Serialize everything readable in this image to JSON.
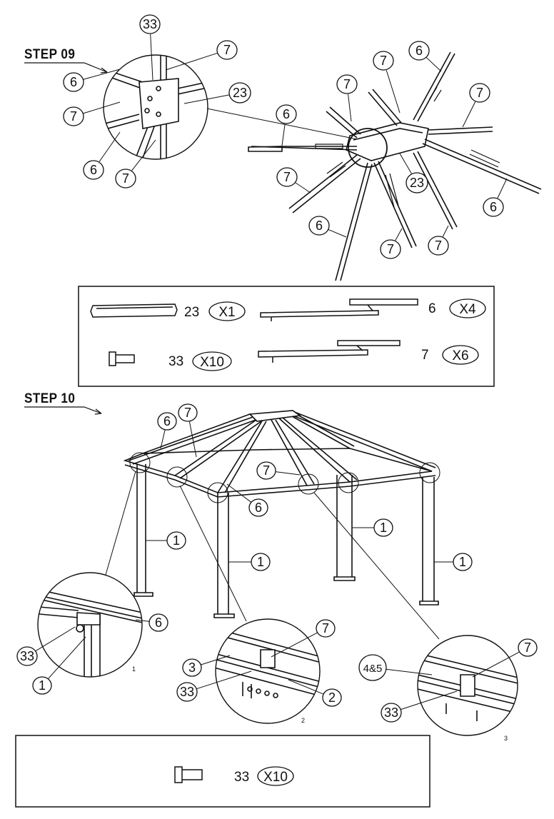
{
  "steps": [
    {
      "title": "STEP 09"
    },
    {
      "title": "STEP 10"
    }
  ],
  "parts_09": {
    "p23": {
      "number": "23",
      "qty": "X1"
    },
    "p33": {
      "number": "33",
      "qty": "X10"
    },
    "p6": {
      "number": "6",
      "qty": "X4"
    },
    "p7": {
      "number": "7",
      "qty": "X6"
    }
  },
  "parts_10": {
    "p33": {
      "number": "33",
      "qty": "X10"
    }
  },
  "step09_callouts": {
    "d33": "33",
    "d7a": "7",
    "d6a": "6",
    "d23": "23",
    "d7b": "7",
    "d6b": "6",
    "d7c": "7",
    "m7a": "7",
    "m6a": "6",
    "m7b": "7",
    "m7c": "7",
    "m6b": "6",
    "m23": "23",
    "m7d": "7",
    "m6c": "6",
    "m6d": "6",
    "m7e": "7",
    "m7f": "7"
  },
  "step10_callouts": {
    "t6": "6",
    "t7": "7",
    "t7b": "7",
    "t6b": "6",
    "p1a": "1",
    "p1b": "1",
    "p1c": "1",
    "p1d": "1",
    "z1_6": "6",
    "z1_33": "33",
    "z1_1": "1",
    "z2_7": "7",
    "z2_3": "3",
    "z2_33": "33",
    "z2_2": "2",
    "z3_7": "7",
    "z3_45": "4&5",
    "z3_33": "33"
  },
  "detail_index": {
    "d1": "1",
    "d2": "2",
    "d3": "3"
  }
}
